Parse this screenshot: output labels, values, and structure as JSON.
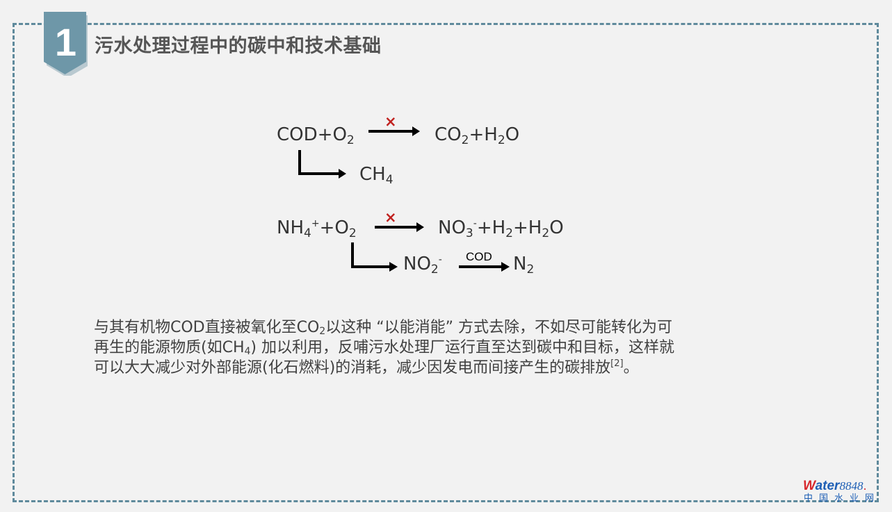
{
  "header": {
    "badge_number": "1",
    "title": "污水处理过程中的碳中和技术基础"
  },
  "reaction1": {
    "reactant_a": "COD",
    "plus": "+",
    "reactant_b": "O",
    "reactant_b_sub": "2",
    "blocked_mark": "×",
    "product_a": "CO",
    "product_a_sub": "2",
    "product_b": "H",
    "product_b_sub": "2",
    "product_b_tail": "O",
    "alt_product": "CH",
    "alt_product_sub": "4"
  },
  "reaction2": {
    "reactant_a": "NH",
    "reactant_a_sub": "4",
    "reactant_a_sup": "+",
    "plus": "+",
    "reactant_b": "O",
    "reactant_b_sub": "2",
    "blocked_mark": "×",
    "product_a": "NO",
    "product_a_sub": "3",
    "product_a_sup": "-",
    "product_b": "H",
    "product_b_sub": "2",
    "product_c": "H",
    "product_c_sub": "2",
    "product_c_tail": "O",
    "intermediate": "NO",
    "intermediate_sub": "2",
    "intermediate_sup": "-",
    "arrow_label": "COD",
    "final": "N",
    "final_sub": "2"
  },
  "paragraph": {
    "l1a": "与其有机物COD直接被氧化至CO",
    "l1sub": "2",
    "l1b": "以这种 “以能消能” 方式去除，不如尽可能转化为可",
    "l2a": "再生的能源物质(如CH",
    "l2sub": "4",
    "l2b": ") 加以利用，反哺污水处理厂运行直至达到碳中和目标，这样就",
    "l3a": "可以大大减少对外部能源(化石燃料)的消耗，减少因发电而间接产生的碳排放",
    "l3sup": "[2]",
    "l3b": "。"
  },
  "logo": {
    "brand_w": "W",
    "brand_rest": "ater",
    "brand_num": "8848",
    "brand_dot": ".",
    "tagline": "中国水业网"
  },
  "colors": {
    "frame": "#5f8a9c",
    "badge": "#6e97a8",
    "cross": "#c0211f",
    "text": "#333333"
  }
}
